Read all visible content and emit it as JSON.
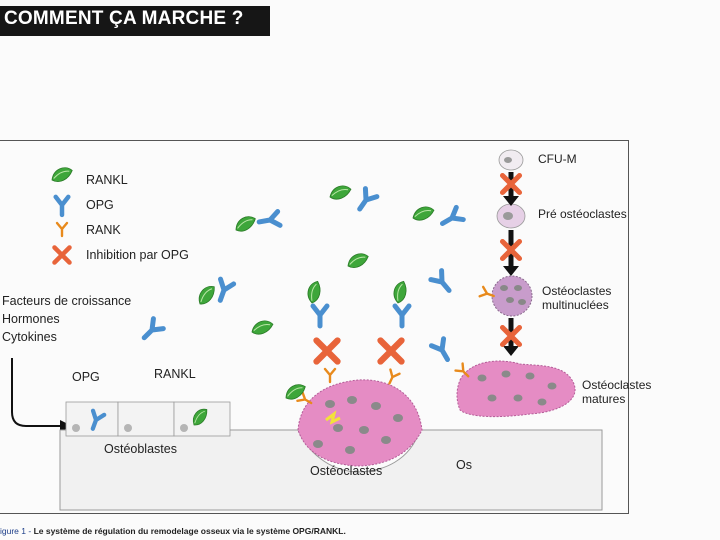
{
  "header": {
    "title": "COMMENT ÇA MARCHE ?"
  },
  "legend": {
    "items": [
      {
        "label": "RANKL",
        "icon": "rankl-leaf-icon"
      },
      {
        "label": "OPG",
        "icon": "opg-y-icon"
      },
      {
        "label": "RANK",
        "icon": "rank-receptor-icon"
      },
      {
        "label": "Inhibition par OPG",
        "icon": "inhibition-cross-icon"
      }
    ]
  },
  "factors": {
    "lines": [
      "Facteurs de croissance",
      "Hormones",
      "Cytokines"
    ]
  },
  "osteoblast_labels": {
    "opg": "OPG",
    "rankl": "RANKL",
    "cells": "Ostéoblastes"
  },
  "bone": {
    "osteoclastes": "Ostéoclastes",
    "os": "Os"
  },
  "lineage": {
    "stages": [
      "CFU-M",
      "Pré ostéoclastes",
      "Ostéoclastes\nmultinuclées",
      "Ostéoclastes\nmatures"
    ]
  },
  "caption": {
    "prefix": "igure 1 -",
    "text": "Le système de régulation du remodelage osseux via le système OPG/RANKL."
  },
  "colors": {
    "rankl": "#3ea63a",
    "opg": "#4a8fcf",
    "rank": "#e88a1c",
    "inhibition": "#e8643a",
    "osteoclast": "#e58cc4",
    "bone": "#f1f1f1"
  }
}
